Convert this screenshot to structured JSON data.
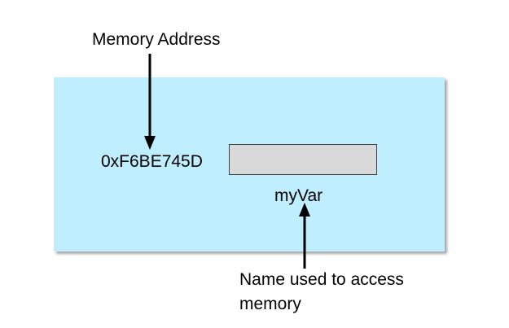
{
  "diagram": {
    "panel_color": "#bfeeff",
    "cell_color": "#d9d9d9",
    "memory_address_label": "Memory Address",
    "address_value": "0xF6BE745D",
    "variable_name": "myVar",
    "name_caption": "Name used to access memory"
  }
}
